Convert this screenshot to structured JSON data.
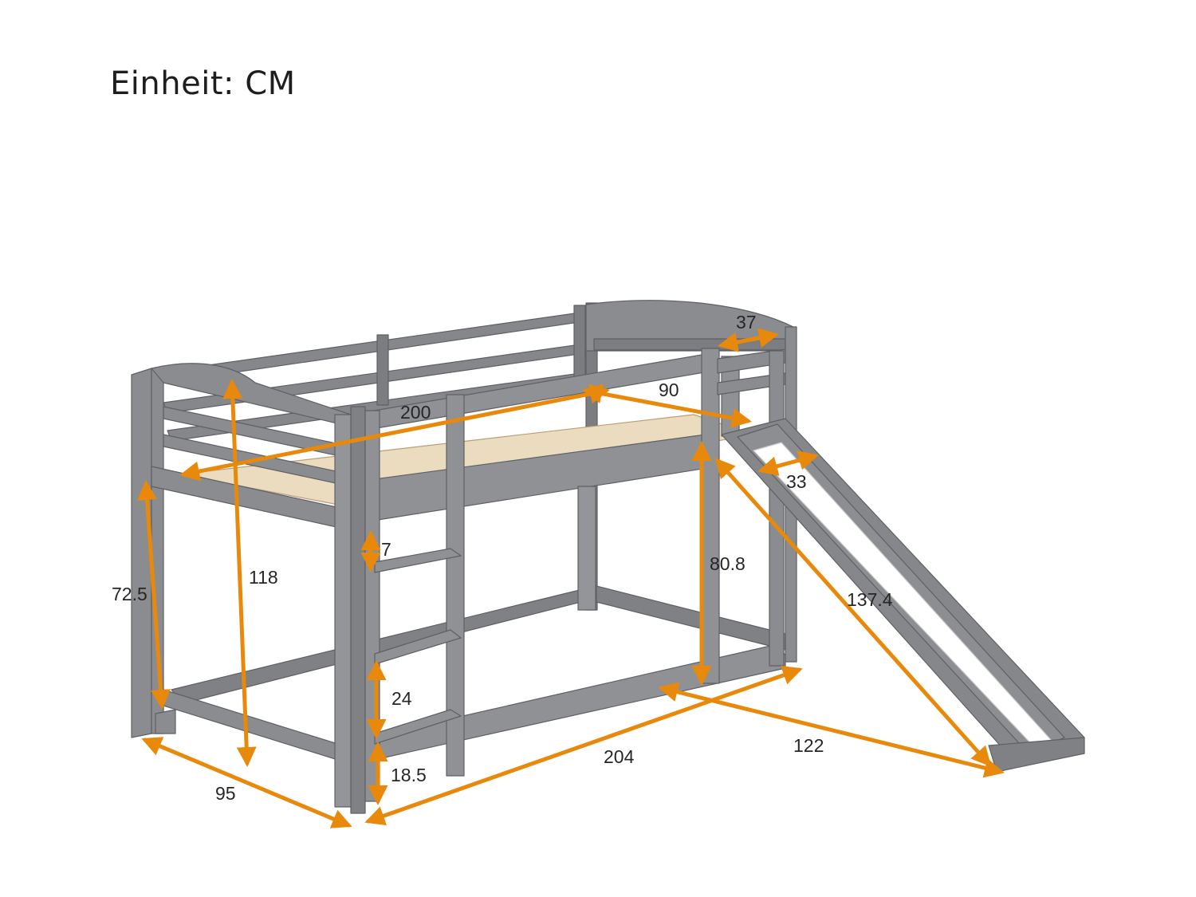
{
  "unit_label": "Einheit: CM",
  "colors": {
    "frame": "#808285",
    "frame_dark": "#6d6f72",
    "slats": "#ecdcbf",
    "slide_surface": "#ffffff",
    "arrow": "#e8890c",
    "text": "#262626"
  },
  "dimensions": {
    "d37": "37",
    "d200": "200",
    "d90": "90",
    "d33": "33",
    "d7": "7",
    "d72_5": "72.5",
    "d118": "118",
    "d80_8": "80.8",
    "d137_4": "137.4",
    "d24": "24",
    "d18_5": "18.5",
    "d204": "204",
    "d122": "122",
    "d95": "95"
  }
}
